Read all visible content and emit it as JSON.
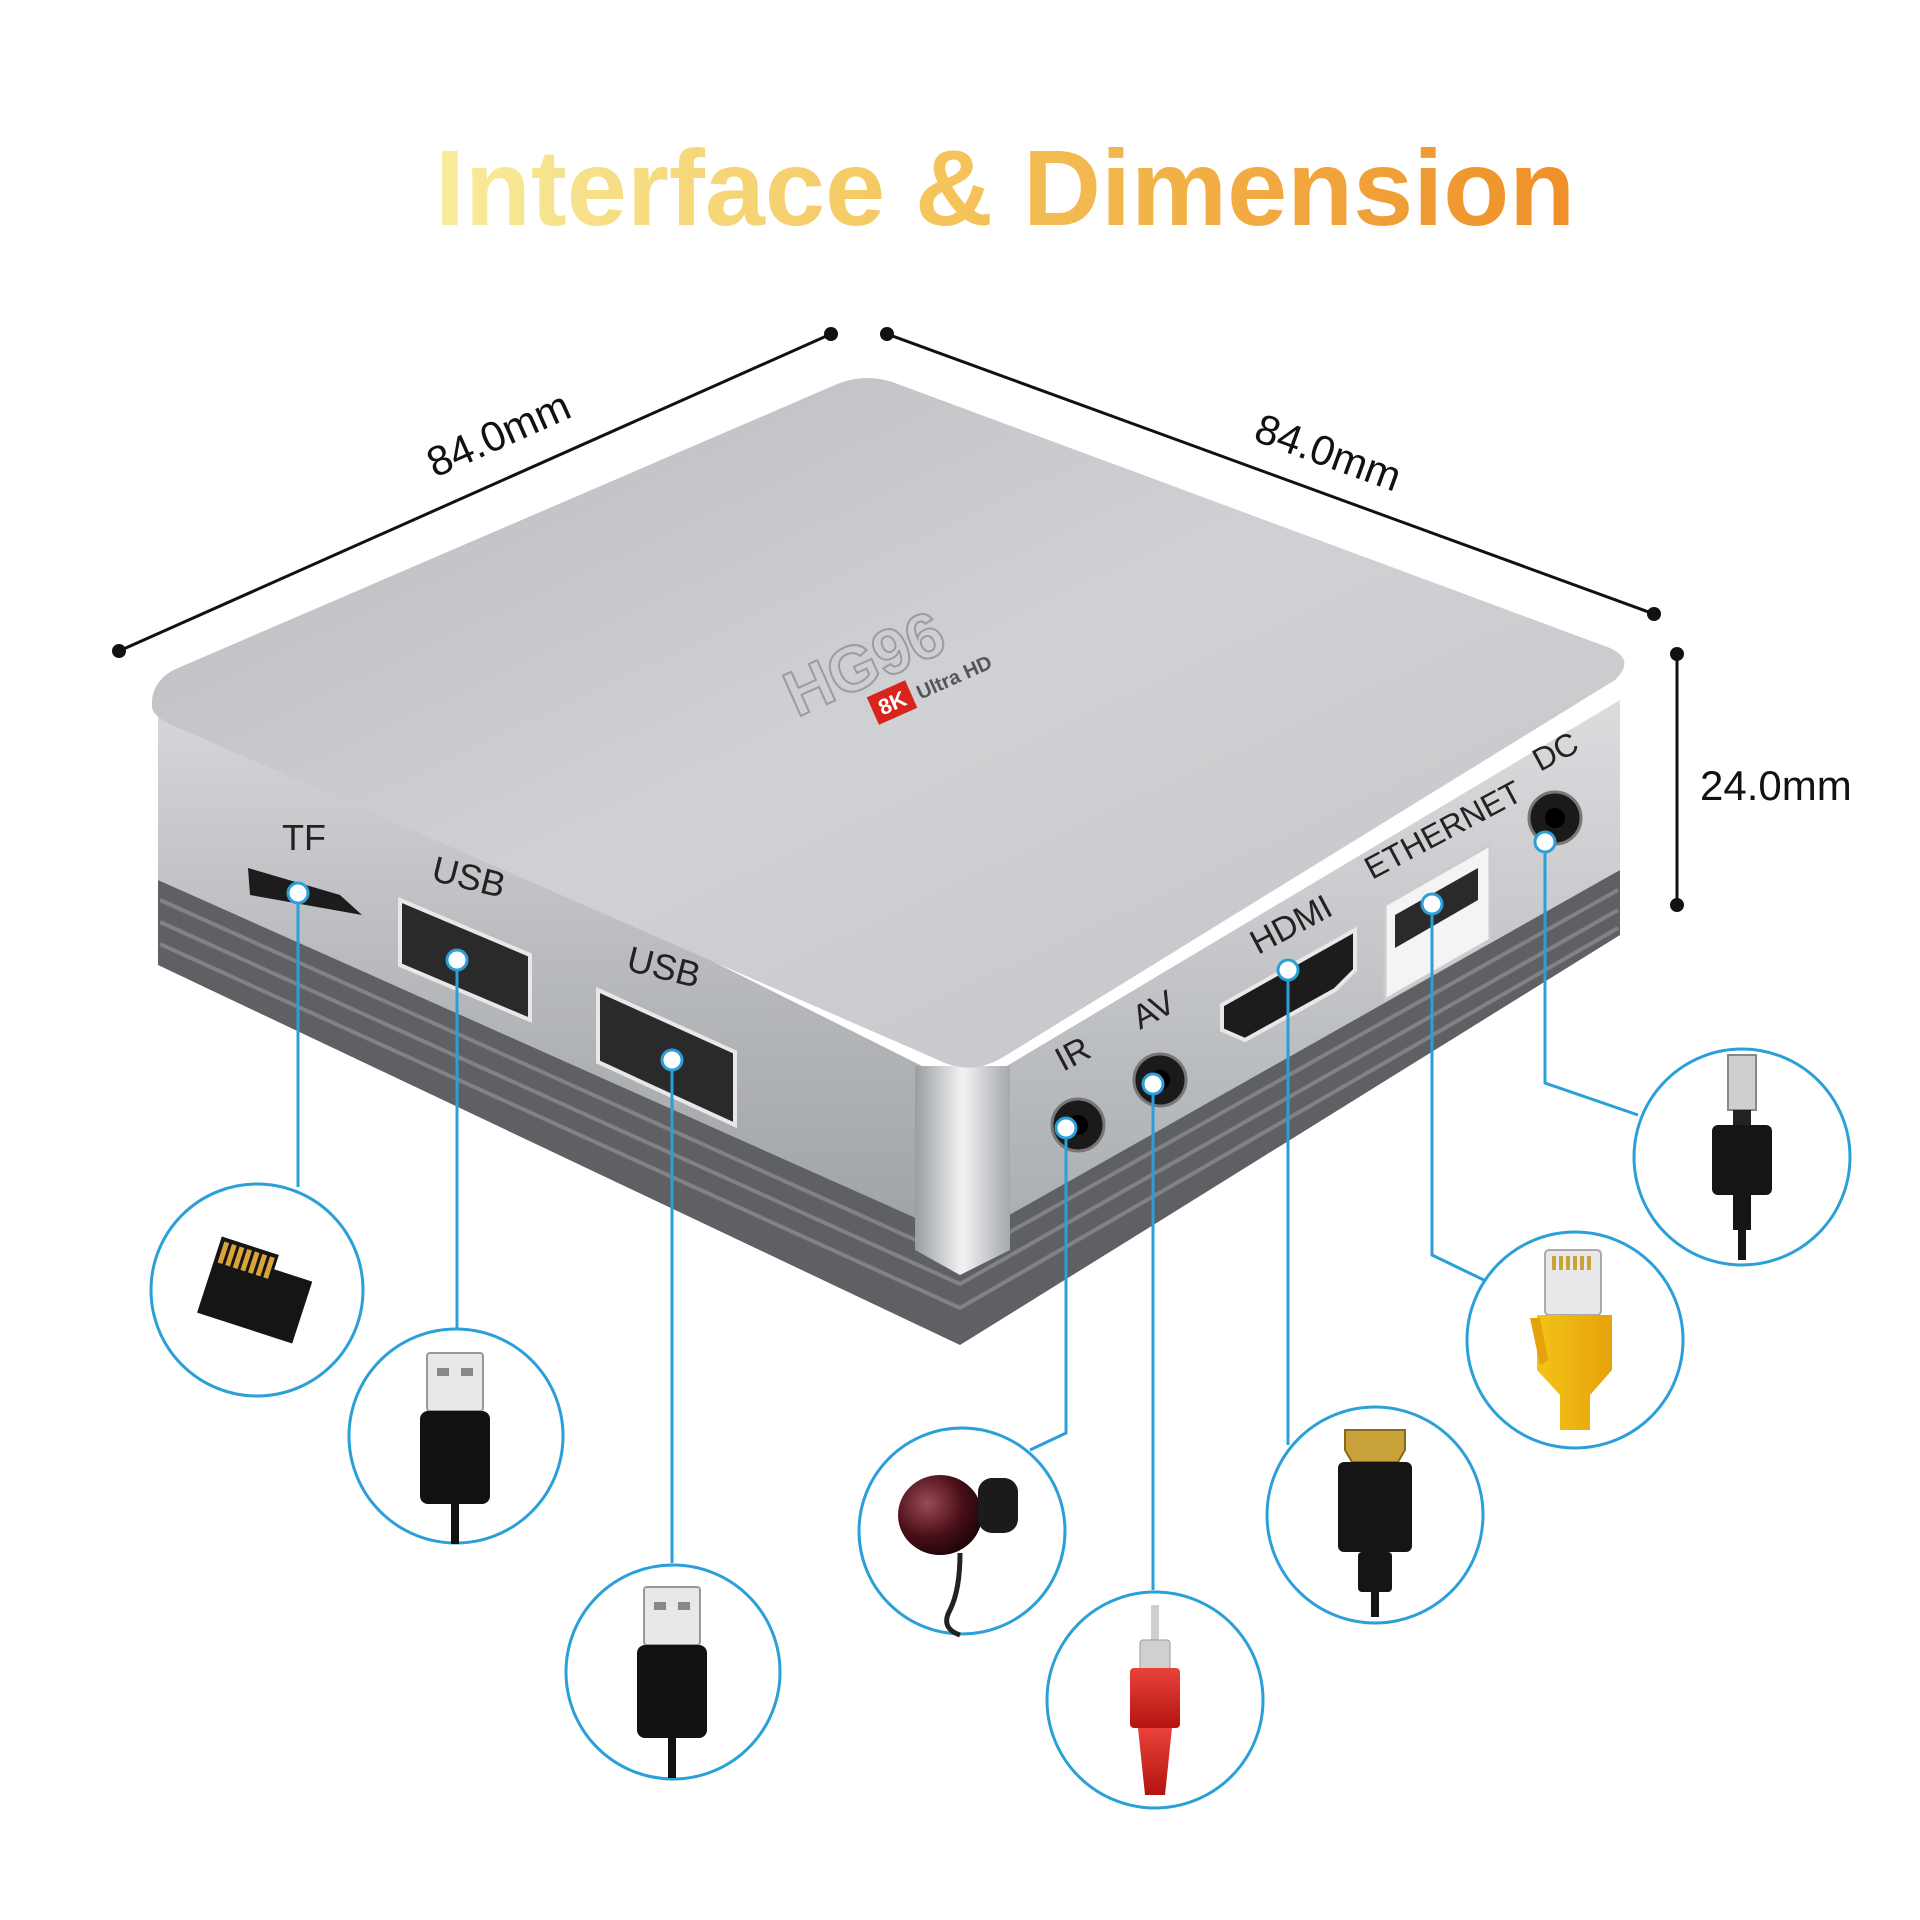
{
  "title": "Interface & Dimension",
  "dimensions": {
    "width": "84.0mm",
    "depth": "84.0mm",
    "height": "24.0mm"
  },
  "brand": {
    "model": "HG96",
    "badge": "8K",
    "tagline": "Ultra HD"
  },
  "ports": {
    "tf": "TF",
    "usb1": "USB",
    "usb2": "USB",
    "ir": "IR",
    "av": "AV",
    "hdmi": "HDMI",
    "ethernet": "ETHERNET",
    "dc": "DC"
  },
  "colors": {
    "callout_blue": "#2a9fd8",
    "title_start": "#f6e28a",
    "title_end": "#f0952a",
    "body_silver": "#c4c6c9",
    "badge_red": "#d9231d"
  },
  "accessories": {
    "tf": "micro-sd-card-icon",
    "usb1": "usb-plug-icon",
    "usb2": "usb-plug-icon",
    "ir": "ir-receiver-icon",
    "av": "rca-plug-icon",
    "hdmi": "hdmi-plug-icon",
    "ethernet": "rj45-plug-icon",
    "dc": "dc-plug-icon"
  }
}
